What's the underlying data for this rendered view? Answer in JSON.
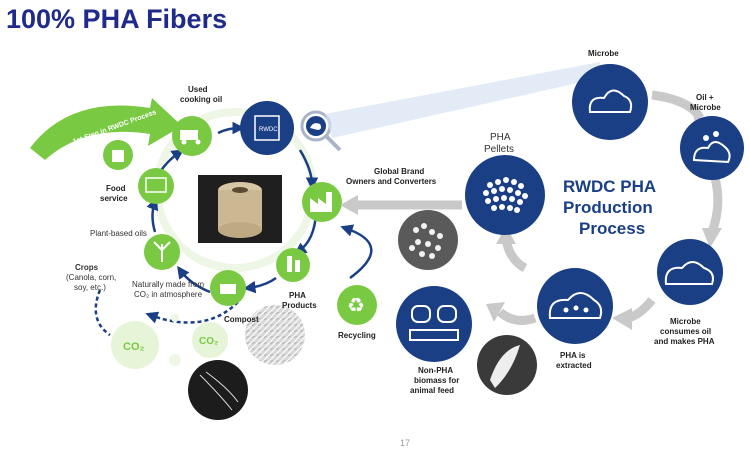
{
  "slide": {
    "title": "100% PHA Fibers",
    "page_number": "17"
  },
  "left_cycle": {
    "banner": "1st Step in RWDC Process",
    "used_cooking_oil": [
      "Used",
      "cooking oil"
    ],
    "rwdc_label": "RWDC",
    "food_service": [
      "Food",
      "service"
    ],
    "plant_based_oils": "Plant-based oils",
    "crops": [
      "Crops",
      "(Canola, corn,",
      "soy, etc.)"
    ],
    "naturally_made": [
      "Naturally made from",
      "CO₂ in atmosphere"
    ],
    "compost": "Compost",
    "pha_products": [
      "PHA",
      "Products"
    ],
    "recycling": "Recycling",
    "co2_a": "CO₂",
    "co2_b": "CO₂"
  },
  "right_process": {
    "title_lines": [
      "RWDC PHA",
      "Production",
      "Process"
    ],
    "microbe": "Microbe",
    "oil_microbe": [
      "Oil +",
      "Microbe"
    ],
    "consumes": [
      "Microbe",
      "consumes oil",
      "and makes PHA"
    ],
    "extracted": [
      "PHA is",
      "extracted"
    ],
    "non_pha": [
      "Non-PHA",
      "biomass for",
      "animal feed"
    ],
    "pellets": [
      "PHA",
      "Pellets"
    ],
    "global_brand": [
      "Global Brand",
      "Owners and Converters"
    ]
  },
  "colors": {
    "title": "#1f2a8a",
    "navy": "#1a3f85",
    "green": "#7ac943",
    "light_green": "#c8e6a8",
    "gray_arrow": "#c9c9c9"
  }
}
